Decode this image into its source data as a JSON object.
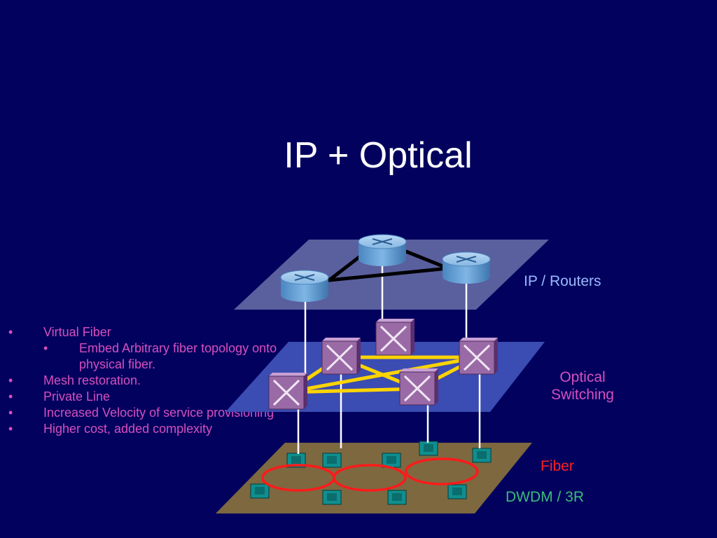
{
  "slide": {
    "title": "IP + Optical"
  },
  "bullets": [
    {
      "marker": "•",
      "text": "Virtual Fiber",
      "level": 0
    },
    {
      "marker": "•",
      "text": "Embed Arbitrary fiber topology onto physical fiber.",
      "level": 1
    },
    {
      "marker": "•",
      "text": "Mesh restoration.",
      "level": 0
    },
    {
      "marker": "•",
      "text": "Private Line",
      "level": 0
    },
    {
      "marker": "•",
      "text": "Increased Velocity of service provisioning",
      "level": 0
    },
    {
      "marker": "•",
      "text": "Higher cost, added complexity",
      "level": 0
    }
  ],
  "layers": {
    "ip_label": "IP / Routers",
    "optical_label_line1": "Optical",
    "optical_label_line2": "Switching",
    "fiber_label": "Fiber",
    "dwdm_label": "DWDM / 3R"
  },
  "colors": {
    "background": "#02025e",
    "ip_plane": "#5a5f9e",
    "optical_plane": "#3b4cb2",
    "fiber_plane": "#7d6840",
    "ip_link": "#000000",
    "optical_link": "#ffd400",
    "fiber_ring": "#ff1a1a",
    "router": "#6fa7d8",
    "switch": "#9a6aa6",
    "dwdm_node": "#0f8f8f",
    "bullet_text": "#d64fbe"
  },
  "icons": {
    "router": "router-icon",
    "optical_switch": "optical-switch-icon",
    "dwdm_node": "dwdm-node-icon"
  }
}
